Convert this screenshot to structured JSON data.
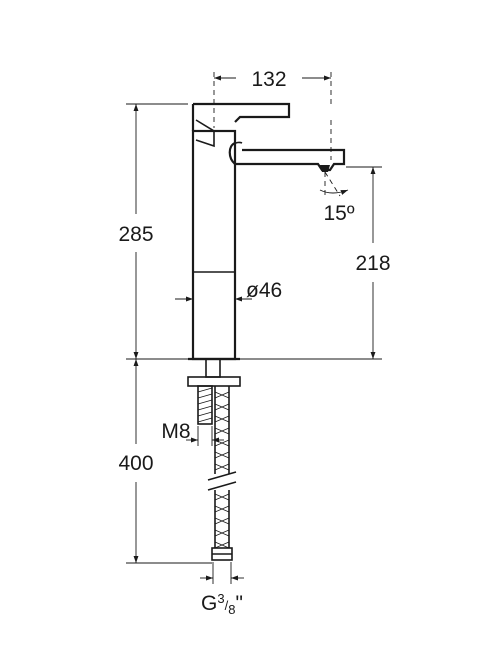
{
  "dimensions": {
    "spout_reach": "132",
    "body_height": "285",
    "spout_height": "218",
    "body_diameter": "ø46",
    "spout_angle": "15º",
    "thread": "M8",
    "hose_length": "400",
    "connection_prefix": "G",
    "connection_num": "3",
    "connection_den": "8",
    "connection_suffix": "\""
  }
}
